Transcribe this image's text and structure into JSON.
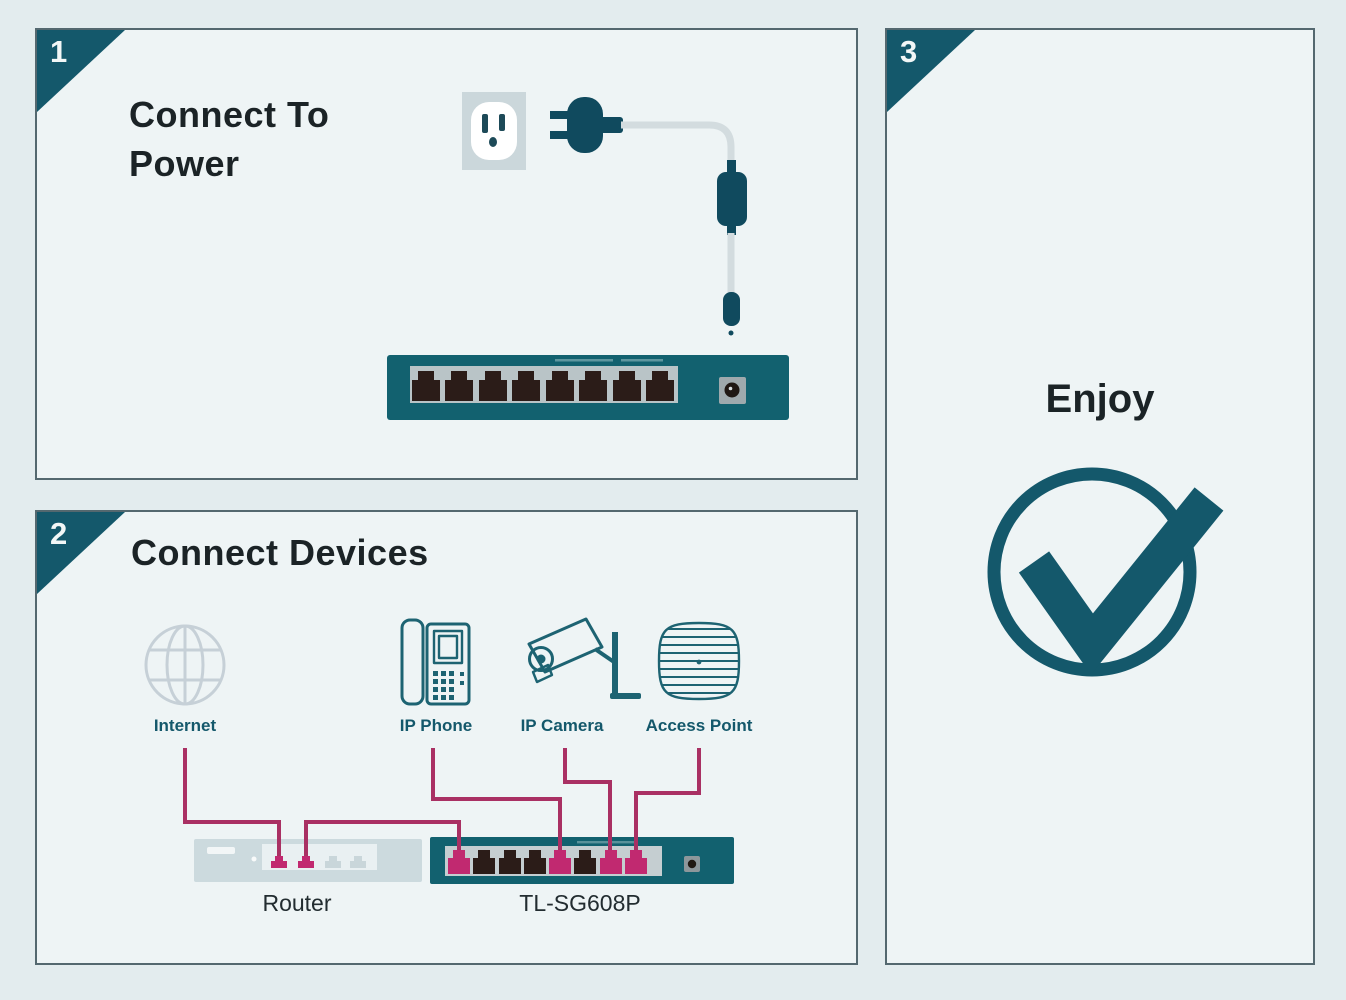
{
  "document_type": "quick-installation-diagram",
  "colors": {
    "page_background": "#e3ecee",
    "panel_background": "#eef4f5",
    "panel_border": "#54686f",
    "accent_teal_dark": "#14586b",
    "switch_body_teal": "#12616f",
    "wire_magenta": "#a93063",
    "port_magenta": "#c12970",
    "icon_outline_teal": "#1d6372",
    "globe_gray": "#c6d0d7"
  },
  "panels": [
    {
      "number": "1",
      "title_line1": "Connect To",
      "title_line2": "Power"
    },
    {
      "number": "2",
      "title": "Connect Devices",
      "device_labels": {
        "internet": "Internet",
        "ip_phone": "IP Phone",
        "ip_camera": "IP Camera",
        "access_point": "Access Point"
      },
      "equipment_labels": {
        "router": "Router",
        "switch": "TL-SG608P"
      }
    },
    {
      "number": "3",
      "title": "Enjoy"
    }
  ]
}
